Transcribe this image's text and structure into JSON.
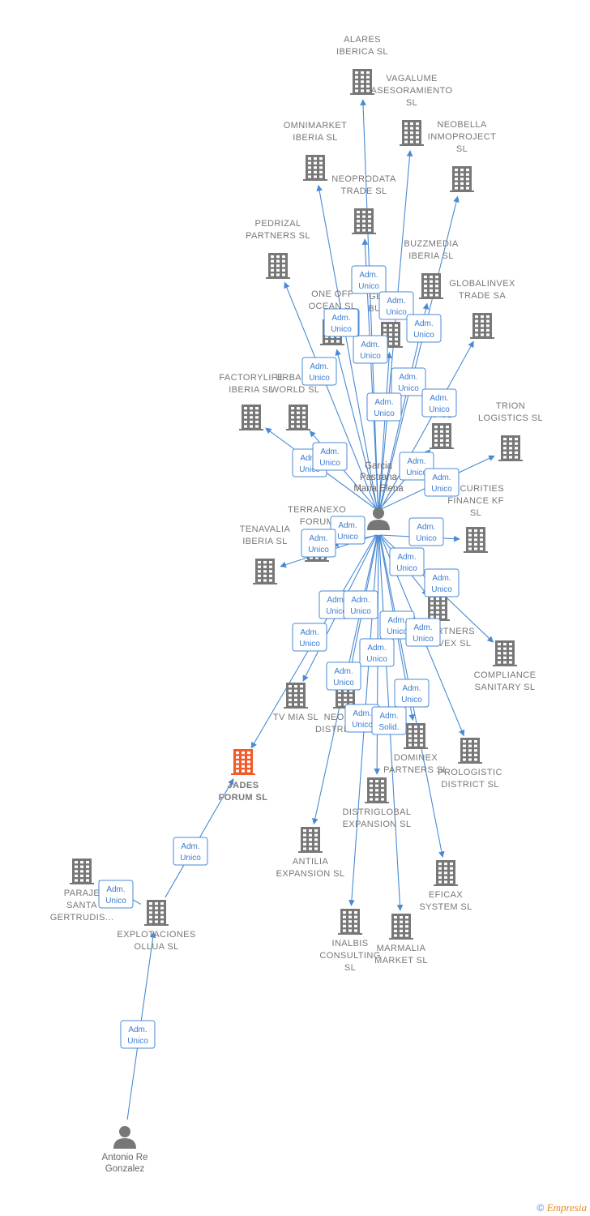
{
  "colors": {
    "company": "#777777",
    "company_highlight": "#f15a2b",
    "edge": "#4a8ad4",
    "person": "#777777"
  },
  "persons": [
    {
      "id": "garcia",
      "lines": [
        "Garcia",
        "Pastrana",
        "Maria Elena"
      ]
    },
    {
      "id": "antonio",
      "lines": [
        "Antonio Re",
        "Gonzalez"
      ]
    }
  ],
  "companies": [
    {
      "id": "alares",
      "lines": [
        "ALARES",
        "IBERICA  SL"
      ]
    },
    {
      "id": "vagalume",
      "lines": [
        "VAGALUME",
        "ASESORAMIENTO",
        "SL"
      ]
    },
    {
      "id": "omnimarket",
      "lines": [
        "OMNIMARKET",
        "IBERIA  SL"
      ]
    },
    {
      "id": "neobella",
      "lines": [
        "NEOBELLA",
        "INMOPROJECT",
        "SL"
      ]
    },
    {
      "id": "neoprodata",
      "lines": [
        "NEOPRODATA",
        "TRADE  SL"
      ]
    },
    {
      "id": "pedrizal",
      "lines": [
        "PEDRIZAL",
        "PARTNERS  SL"
      ]
    },
    {
      "id": "buzzmedia",
      "lines": [
        "BUZZMEDIA",
        "IBERIA  SL"
      ]
    },
    {
      "id": "globalinvex",
      "lines": [
        "GLOBALINVEX",
        "TRADE SA"
      ]
    },
    {
      "id": "oneoff",
      "lines": [
        "ONE OFF",
        "OCEAN SL"
      ]
    },
    {
      "id": "geobusi",
      "lines": [
        "GEO",
        "BUSI"
      ]
    },
    {
      "id": "factorylife",
      "lines": [
        "FACTORYLIFE",
        "IBERIA  SL"
      ]
    },
    {
      "id": "urbans",
      "lines": [
        "URBANS",
        "WORLD  SL"
      ]
    },
    {
      "id": "gsl",
      "lines": [
        "A",
        "G  SL"
      ]
    },
    {
      "id": "trion",
      "lines": [
        "TRION",
        "LOGISTICS  SL"
      ]
    },
    {
      "id": "securities",
      "lines": [
        "SECURITIES",
        "FINANCE KF",
        "SL"
      ]
    },
    {
      "id": "terranexo",
      "lines": [
        "TERRANEXO",
        "FORUM"
      ]
    },
    {
      "id": "tenavalia",
      "lines": [
        "TENAVALIA",
        "IBERIA  SL"
      ]
    },
    {
      "id": "partnersinvex",
      "lines": [
        "PARTNERS",
        "INVEX  SL"
      ]
    },
    {
      "id": "compliance",
      "lines": [
        "COMPLIANCE",
        "SANITARY  SL"
      ]
    },
    {
      "id": "tvmia",
      "lines": [
        "TV MIA  SL"
      ]
    },
    {
      "id": "neodistrict",
      "lines": [
        "NEOP",
        "DISTRICT"
      ]
    },
    {
      "id": "dominex",
      "lines": [
        "DOMINEX",
        "PARTNERS SL"
      ]
    },
    {
      "id": "prologistic",
      "lines": [
        "PROLOGISTIC",
        "DISTRICT  SL"
      ]
    },
    {
      "id": "jades",
      "lines": [
        "JADES",
        "FORUM  SL"
      ],
      "highlight": true
    },
    {
      "id": "distriglobal",
      "lines": [
        "DISTRIGLOBAL",
        "EXPANSION  SL"
      ]
    },
    {
      "id": "antilia",
      "lines": [
        "ANTILIA",
        "EXPANSION  SL"
      ]
    },
    {
      "id": "eficax",
      "lines": [
        "EFICAX",
        "SYSTEM SL"
      ]
    },
    {
      "id": "paraje",
      "lines": [
        "PARAJE",
        "SANTA",
        "GERTRUDIS..."
      ]
    },
    {
      "id": "explotaciones",
      "lines": [
        "EXPLOTACIONES",
        "OLLUA  SL"
      ]
    },
    {
      "id": "inalbis",
      "lines": [
        "INALBIS",
        "CONSULTING",
        "SL"
      ]
    },
    {
      "id": "marmalia",
      "lines": [
        "MARMALIA",
        "MARKET  SL"
      ]
    }
  ],
  "edges": [
    {
      "from": "garcia",
      "to": "alares",
      "label": [
        "Adm.",
        "Unico"
      ]
    },
    {
      "from": "garcia",
      "to": "vagalume",
      "label": [
        "Adm.",
        "Unico"
      ]
    },
    {
      "from": "garcia",
      "to": "omnimarket",
      "label": [
        "Adm.",
        "Unico"
      ]
    },
    {
      "from": "garcia",
      "to": "neobella",
      "label": [
        "Adm.",
        "Unico"
      ]
    },
    {
      "from": "garcia",
      "to": "neoprodata",
      "label": [
        "Adm.",
        "Unico"
      ]
    },
    {
      "from": "garcia",
      "to": "pedrizal",
      "label": [
        "Adm.",
        "Unico"
      ]
    },
    {
      "from": "garcia",
      "to": "buzzmedia",
      "label": [
        "Adm.",
        "Unico"
      ]
    },
    {
      "from": "garcia",
      "to": "globalinvex",
      "label": [
        "Adm.",
        "Unico"
      ]
    },
    {
      "from": "garcia",
      "to": "oneoff",
      "label": [
        "Adm.",
        "Unico"
      ]
    },
    {
      "from": "garcia",
      "to": "geobusi",
      "label": [
        "Adm.",
        "Unico"
      ]
    },
    {
      "from": "garcia",
      "to": "factorylife",
      "label": [
        "Adm.",
        "Unico"
      ]
    },
    {
      "from": "garcia",
      "to": "urbans",
      "label": [
        "Adm.",
        "Unico"
      ]
    },
    {
      "from": "garcia",
      "to": "gsl",
      "label": [
        "Adm.",
        "Unico"
      ]
    },
    {
      "from": "garcia",
      "to": "trion",
      "label": [
        "Adm.",
        "Unico"
      ]
    },
    {
      "from": "garcia",
      "to": "securities",
      "label": [
        "Adm.",
        "Unico"
      ]
    },
    {
      "from": "garcia",
      "to": "terranexo",
      "label": [
        "Adm.",
        "Unico"
      ]
    },
    {
      "from": "garcia",
      "to": "tenavalia",
      "label": [
        "Adm.",
        "Unico"
      ]
    },
    {
      "from": "garcia",
      "to": "partnersinvex",
      "label": [
        "Adm.",
        "Unico"
      ]
    },
    {
      "from": "garcia",
      "to": "compliance",
      "label": [
        "Adm.",
        "Unico"
      ]
    },
    {
      "from": "garcia",
      "to": "tvmia",
      "label": [
        "Adm.",
        "Unico"
      ]
    },
    {
      "from": "garcia",
      "to": "neodistrict",
      "label": [
        "Adm.",
        "Unico"
      ]
    },
    {
      "from": "garcia",
      "to": "dominex",
      "label": [
        "Adm.",
        "Unico"
      ]
    },
    {
      "from": "garcia",
      "to": "prologistic",
      "label": [
        "Adm.",
        "Unico"
      ]
    },
    {
      "from": "garcia",
      "to": "jades",
      "label": [
        "Adm.",
        "Unico"
      ]
    },
    {
      "from": "garcia",
      "to": "distriglobal",
      "label": [
        "Adm.",
        "Unico"
      ]
    },
    {
      "from": "garcia",
      "to": "antilia",
      "label": [
        "Adm.",
        "Unico"
      ]
    },
    {
      "from": "garcia",
      "to": "eficax",
      "label": [
        "Adm.",
        "Unico"
      ]
    },
    {
      "from": "garcia",
      "to": "inalbis",
      "label": [
        "Adm.",
        "Unico"
      ]
    },
    {
      "from": "garcia",
      "to": "marmalia",
      "label": [
        "Adm.",
        "Solid."
      ]
    },
    {
      "from": "explotaciones",
      "to": "paraje",
      "label": [
        "Adm.",
        "Unico"
      ]
    },
    {
      "from": "explotaciones",
      "to": "jades",
      "label": [
        "Adm.",
        "Unico"
      ]
    },
    {
      "from": "antonio",
      "to": "explotaciones",
      "label": [
        "Adm.",
        "Unico"
      ]
    }
  ],
  "footer": {
    "copyright_symbol": "©",
    "brand": "Empresia"
  }
}
